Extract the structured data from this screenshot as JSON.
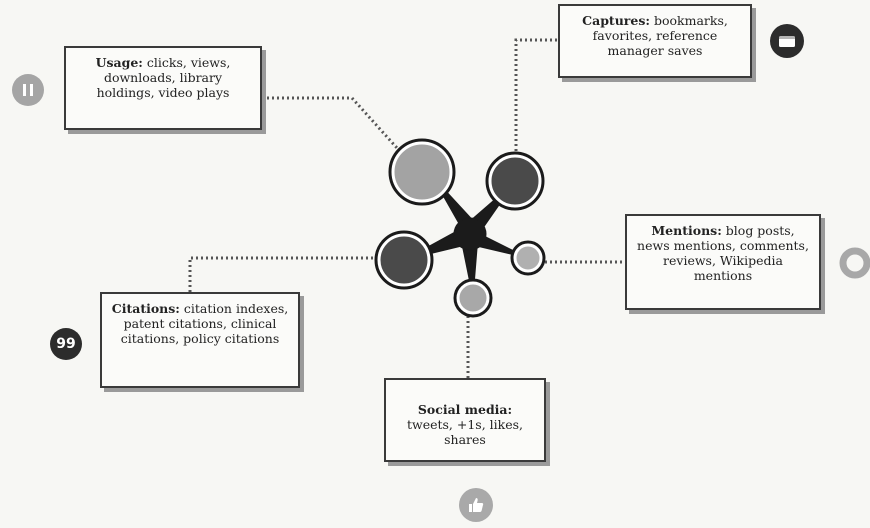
{
  "nodes": {
    "usage": {
      "title": "Usage:",
      "body": "clicks, views, downloads, library holdings, video plays"
    },
    "captures": {
      "title": "Captures:",
      "body": "bookmarks, favorites, reference manager saves"
    },
    "mentions": {
      "title": "Mentions:",
      "body": "blog posts, news mentions, comments, reviews, Wikipedia mentions"
    },
    "citations": {
      "title": "Citations:",
      "body": "citation indexes, patent citations, clinical citations, policy citations"
    },
    "social": {
      "title": "Social media:",
      "body": "tweets, +1s, likes, shares"
    }
  },
  "icons": {
    "usage": "pause-icon",
    "captures": "folder-icon",
    "mentions": "ring-icon",
    "citations": "quote-icon",
    "social": "thumbs-up-icon"
  },
  "icon_glyphs": {
    "citations": "99"
  },
  "colors": {
    "hub": "#1b1b1b",
    "dark_node": "#4a4a4a",
    "mid_node": "#8c8c8c",
    "light_node": "#b0b0b0",
    "connector": "#555555"
  }
}
